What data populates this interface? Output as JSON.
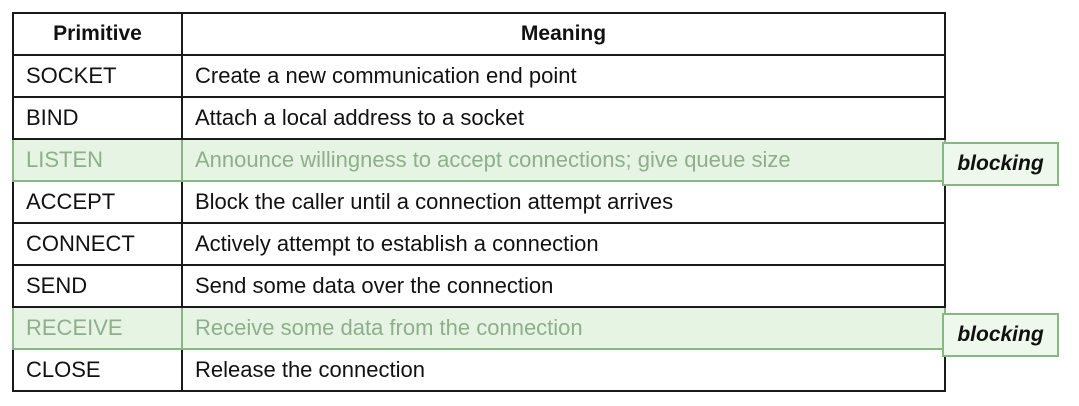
{
  "table": {
    "headers": [
      "Primitive",
      "Meaning"
    ],
    "rows": [
      {
        "primitive": "SOCKET",
        "meaning": "Create a new communication end point"
      },
      {
        "primitive": "BIND",
        "meaning": "Attach a local address to a socket"
      },
      {
        "primitive": "LISTEN",
        "meaning": "Announce willingness to accept connections; give queue size"
      },
      {
        "primitive": "ACCEPT",
        "meaning": "Block the caller until a connection attempt arrives"
      },
      {
        "primitive": "CONNECT",
        "meaning": "Actively attempt to establish a connection"
      },
      {
        "primitive": "SEND",
        "meaning": "Send some data over the connection"
      },
      {
        "primitive": "RECEIVE",
        "meaning": "Receive some data from the connection"
      },
      {
        "primitive": "CLOSE",
        "meaning": "Release the connection"
      }
    ]
  },
  "annotations": {
    "listen_tag": "blocking",
    "receive_tag": "blocking"
  },
  "colors": {
    "highlight_fill": "#e6f4e3",
    "highlight_border": "#87b783",
    "highlight_text": "#8fae8c",
    "border": "#1a1a1a"
  }
}
